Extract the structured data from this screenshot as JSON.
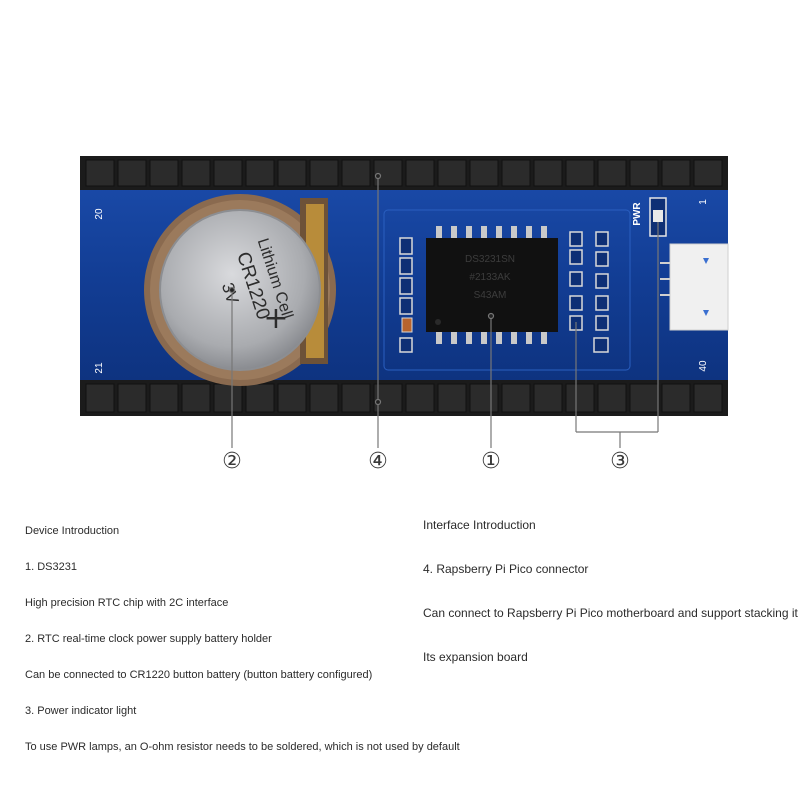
{
  "board": {
    "pin_labels": {
      "top_left": "20",
      "bottom_left": "21",
      "top_right": "1",
      "bottom_right": "40"
    },
    "pwr_label": "PWR",
    "battery_text": {
      "line1": "Lithium Cell",
      "line2": "CR1220",
      "line3": "3V",
      "plus": "+"
    },
    "chip_text": [
      "DS3231SN",
      "#2133AK",
      "S43AM"
    ],
    "callouts": [
      "①",
      "②",
      "③",
      "④"
    ]
  },
  "left_column": {
    "heading": "Device Introduction",
    "item1_title": "1. DS3231",
    "item1_desc": "High precision RTC chip with 2C interface",
    "item2_title": "2. RTC real-time clock power supply battery holder",
    "item2_desc": "Can be connected to CR1220 button battery (button battery configured)",
    "item3_title": "3. Power indicator light",
    "item3_desc": "To use PWR lamps, an O-ohm resistor needs to be soldered, which is not used by default"
  },
  "right_column": {
    "heading": "Interface Introduction",
    "item4_title": "4. Rapsberry Pi Pico connector",
    "item4_desc": "Can connect to Rapsberry Pi Pico motherboard and support stacking it",
    "item4_note": "Its expansion board"
  },
  "colors": {
    "pcb": "#123d94",
    "header": "#1b1b1b",
    "gold": "#c79a4a",
    "battery": "#a7a9ad"
  }
}
